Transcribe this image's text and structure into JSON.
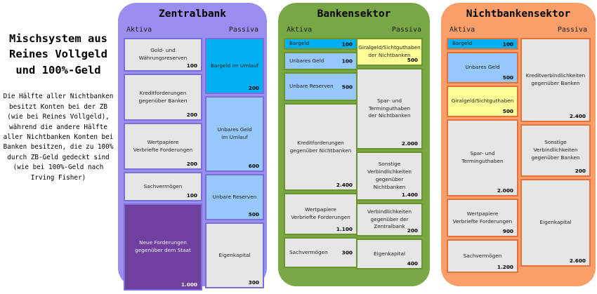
{
  "legend": {
    "title": "Mischsystem aus\nReines Vollgeld\nund 100%-Geld",
    "body": "Die Hälfte aller Nichtbanken\nbesitzt Konten bei der ZB\n(wie bei Reines Vollgeld),\nwährend die andere Hälfte\naller Nichtbanken Konten bei\nBanken besitzen, die zu 100%\ndurch ZB-Geld gedeckt sind\n(wie bei 100%-Geld nach\nIrving Fisher)"
  },
  "column_headers": {
    "assets": "Aktiva",
    "liabilities": "Passiva"
  },
  "colors": {
    "zentralbank_panel": "#9a8ef0",
    "bankensektor_panel": "#7aa746",
    "nichtbanken_panel": "#f9a06a",
    "cash_cyan": "#00b0f0",
    "deposit_blue": "#96c8fc",
    "giral_yellow": "#ffff99",
    "state_claim_purple": "#7040a0",
    "neutral_grey": "#e6e6e6"
  },
  "panels": [
    {
      "id": "zentralbank",
      "title": "Zentralbank",
      "assets": [
        {
          "label": "Gold- und Währungsreserven",
          "value": "100",
          "fill": "#e6e6e6",
          "h": 48
        },
        {
          "label": "Kreditforderungen\ngegenüber Banken",
          "value": "200",
          "fill": "#e6e6e6",
          "h": 67
        },
        {
          "label": "Wertpapiere\nVerbriefte Forderungen",
          "value": "200",
          "fill": "#e6e6e6",
          "h": 67
        },
        {
          "label": "Sachvermögen",
          "value": "100",
          "fill": "#e6e6e6",
          "h": 42
        },
        {
          "label": "Neue Forderungen\ngegenüber dem Staat",
          "value": "1.000",
          "fill": "#7040a0",
          "h": 124
        }
      ],
      "liabilities": [
        {
          "label": "Bargeld im Umlauf",
          "value": "200",
          "fill": "#00b0f0",
          "h": 80
        },
        {
          "label": "Unbares Geld\nim Umlauf",
          "value": "600",
          "fill": "#96c8fc",
          "h": 108
        },
        {
          "label": "Unbare Reserven",
          "value": "500",
          "fill": "#96c8fc",
          "h": 66
        },
        {
          "label": "Eigenkapital",
          "value": "300",
          "fill": "#e6e6e6",
          "h": 94
        }
      ]
    },
    {
      "id": "bankensektor",
      "title": "Bankensektor",
      "assets": [
        {
          "label": "Bargeld",
          "value": "100",
          "fill": "#00b0f0",
          "h": 17,
          "thin": true
        },
        {
          "label": "Unbares Geld",
          "value": "100",
          "fill": "#96c8fc",
          "h": 26,
          "thin": true
        },
        {
          "label": "Unbare Reserven",
          "value": "500",
          "fill": "#96c8fc",
          "h": 41,
          "thin": true
        },
        {
          "label": "Kreditforderungen\ngegenüber Nichtbanken",
          "value": "2.400",
          "fill": "#e6e6e6",
          "h": 125
        },
        {
          "label": "Wertpapiere\nVerbriefte Forderungen",
          "value": "1.100",
          "fill": "#e6e6e6",
          "h": 60
        },
        {
          "label": "Sachvermögen",
          "value": "300",
          "fill": "#e6e6e6",
          "h": 44,
          "thin": true
        }
      ],
      "liabilities": [
        {
          "label": "Giralgeld/Sichtguthaben\nder Nichtbanken",
          "value": "500",
          "fill": "#ffff99",
          "h": 40
        },
        {
          "label": "Spar- und Terminguthaben\nder Nichtbanken",
          "value": "2.000",
          "fill": "#e6e6e6",
          "h": 116
        },
        {
          "label": "Sonstige Verbindlichkeiten\ngegenüber Nichtbanken",
          "value": "1.400",
          "fill": "#e6e6e6",
          "h": 70
        },
        {
          "label": "Verbindlichkeiten\ngegenüber der Zentralbank",
          "value": "200",
          "fill": "#e6e6e6",
          "h": 48
        },
        {
          "label": "Eigenkapital",
          "value": "400",
          "fill": "#e6e6e6",
          "h": 44
        }
      ]
    },
    {
      "id": "nichtbankensektor",
      "title": "Nichtbankensektor",
      "assets": [
        {
          "label": "Bargeld",
          "value": "100",
          "fill": "#00b0f0",
          "h": 17,
          "thin": true
        },
        {
          "label": "Unbares Geld",
          "value": "500",
          "fill": "#96c8fc",
          "h": 45
        },
        {
          "label": "Giralgeld/Sichtguthaben",
          "value": "500",
          "fill": "#ffff99",
          "h": 45
        },
        {
          "label": "Spar- und Terminguthaben",
          "value": "2.000",
          "fill": "#e6e6e6",
          "h": 110
        },
        {
          "label": "Wertpapiere\nVerbriefte Forderungen",
          "value": "900",
          "fill": "#e6e6e6",
          "h": 55
        },
        {
          "label": "Sachvermögen",
          "value": "1.200",
          "fill": "#e6e6e6",
          "h": 48
        }
      ],
      "liabilities": [
        {
          "label": "Kreditverbindlichkeiten\ngegenüber Banken",
          "value": "2.400",
          "fill": "#e6e6e6",
          "h": 120
        },
        {
          "label": "Sonstige Verbindlichkeiten\ngegenüber Banken",
          "value": "200",
          "fill": "#e6e6e6",
          "h": 75
        },
        {
          "label": "Eigenkapital",
          "value": "2.600",
          "fill": "#e6e6e6",
          "h": 125
        }
      ]
    }
  ]
}
